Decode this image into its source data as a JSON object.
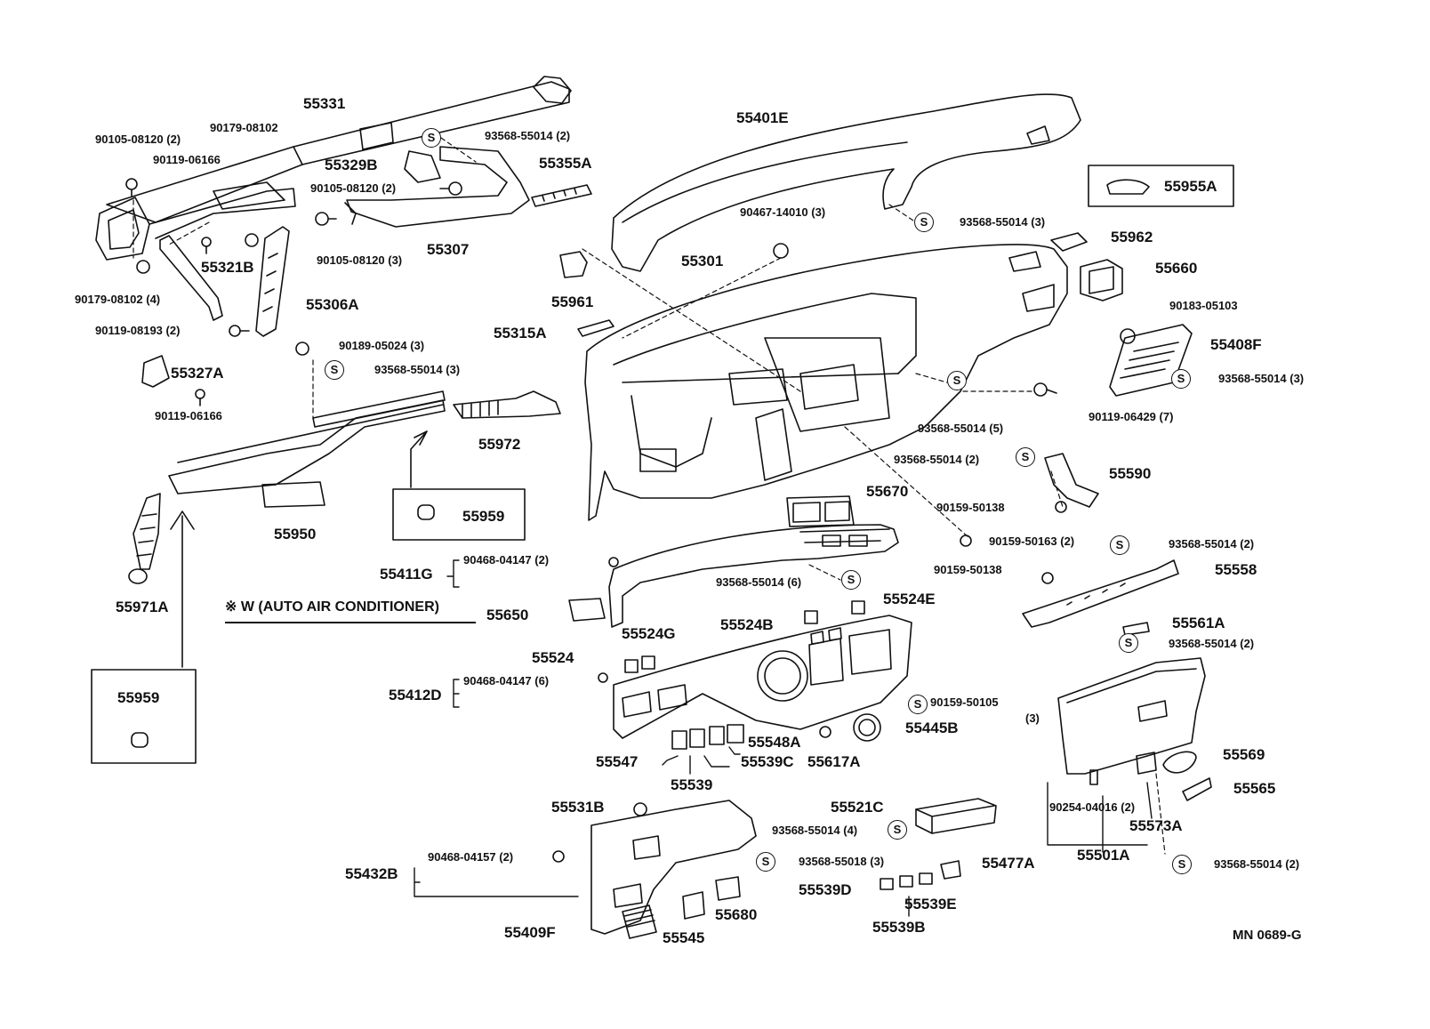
{
  "diagram": {
    "code": "MN 0689-G",
    "note": "※ W (AUTO AIR CONDITIONER)",
    "s_symbol": "S",
    "labels": {
      "p55331": "55331",
      "p55401E": "55401E",
      "p90105_08120_2a": "90105-08120 (2)",
      "p90179_08102": "90179-08102",
      "p93568_55014_2a": "93568-55014 (2)",
      "p90119_06166a": "90119-06166",
      "p55329B": "55329B",
      "p55355A": "55355A",
      "p90105_08120_2b": "90105-08120 (2)",
      "p55955A": "55955A",
      "p90467_14010_3": "90467-14010 (3)",
      "p93568_55014_3a": "93568-55014 (3)",
      "p55321B": "55321B",
      "p55307": "55307",
      "p55962": "55962",
      "p90179_08102_4": "90179-08102 (4)",
      "p90105_08120_3": "90105-08120 (3)",
      "p55301": "55301",
      "p55660": "55660",
      "p55306A": "55306A",
      "p55961": "55961",
      "p90183_05103": "90183-05103",
      "p90119_08193_2": "90119-08193 (2)",
      "p55315A": "55315A",
      "p55408F": "55408F",
      "p90189_05024_3": "90189-05024 (3)",
      "p55327A": "55327A",
      "p93568_55014_3b": "93568-55014 (3)",
      "p93568_55014_3c": "93568-55014 (3)",
      "p90119_06166b": "90119-06166",
      "p93568_55014_5": "93568-55014 (5)",
      "p90119_06429_7": "90119-06429 (7)",
      "p55972": "55972",
      "p93568_55014_2b": "93568-55014 (2)",
      "p55590": "55590",
      "p55950": "55950",
      "p55959a": "55959",
      "p55670": "55670",
      "p90159_50138a": "90159-50138",
      "p90159_50163_2": "90159-50163 (2)",
      "p93568_55014_2c": "93568-55014 (2)",
      "p55411G": "55411G",
      "p90468_04147_2": "90468-04147 (2)",
      "p90159_50138b": "90159-50138",
      "p55558": "55558",
      "p93568_55014_6": "93568-55014 (6)",
      "p55971A": "55971A",
      "p55524E": "55524E",
      "p55650": "55650",
      "p55524B": "55524B",
      "p55561A": "55561A",
      "p55524G": "55524G",
      "p93568_55014_2d": "93568-55014 (2)",
      "p55524": "55524",
      "p55412D": "55412D",
      "p90468_04147_6": "90468-04147 (6)",
      "p55959b": "55959",
      "p90159_50105": "90159-50105",
      "p90159_50105_q": "(3)",
      "p55445B": "55445B",
      "p55548A": "55548A",
      "p55547": "55547",
      "p55539C": "55539C",
      "p55617A": "55617A",
      "p55569": "55569",
      "p55539": "55539",
      "p55565": "55565",
      "p55531B": "55531B",
      "p55521C": "55521C",
      "p90254_04016_2": "90254-04016 (2)",
      "p55573A": "55573A",
      "p93568_55014_4": "93568-55014 (4)",
      "p90468_04157_2": "90468-04157 (2)",
      "p55501A": "55501A",
      "p93568_55018_3": "93568-55018 (3)",
      "p55477A": "55477A",
      "p55432B": "55432B",
      "p93568_55014_2e": "93568-55014 (2)",
      "p55539D": "55539D",
      "p55539E": "55539E",
      "p55680": "55680",
      "p55409F": "55409F",
      "p55545": "55545",
      "p55539B": "55539B"
    }
  }
}
